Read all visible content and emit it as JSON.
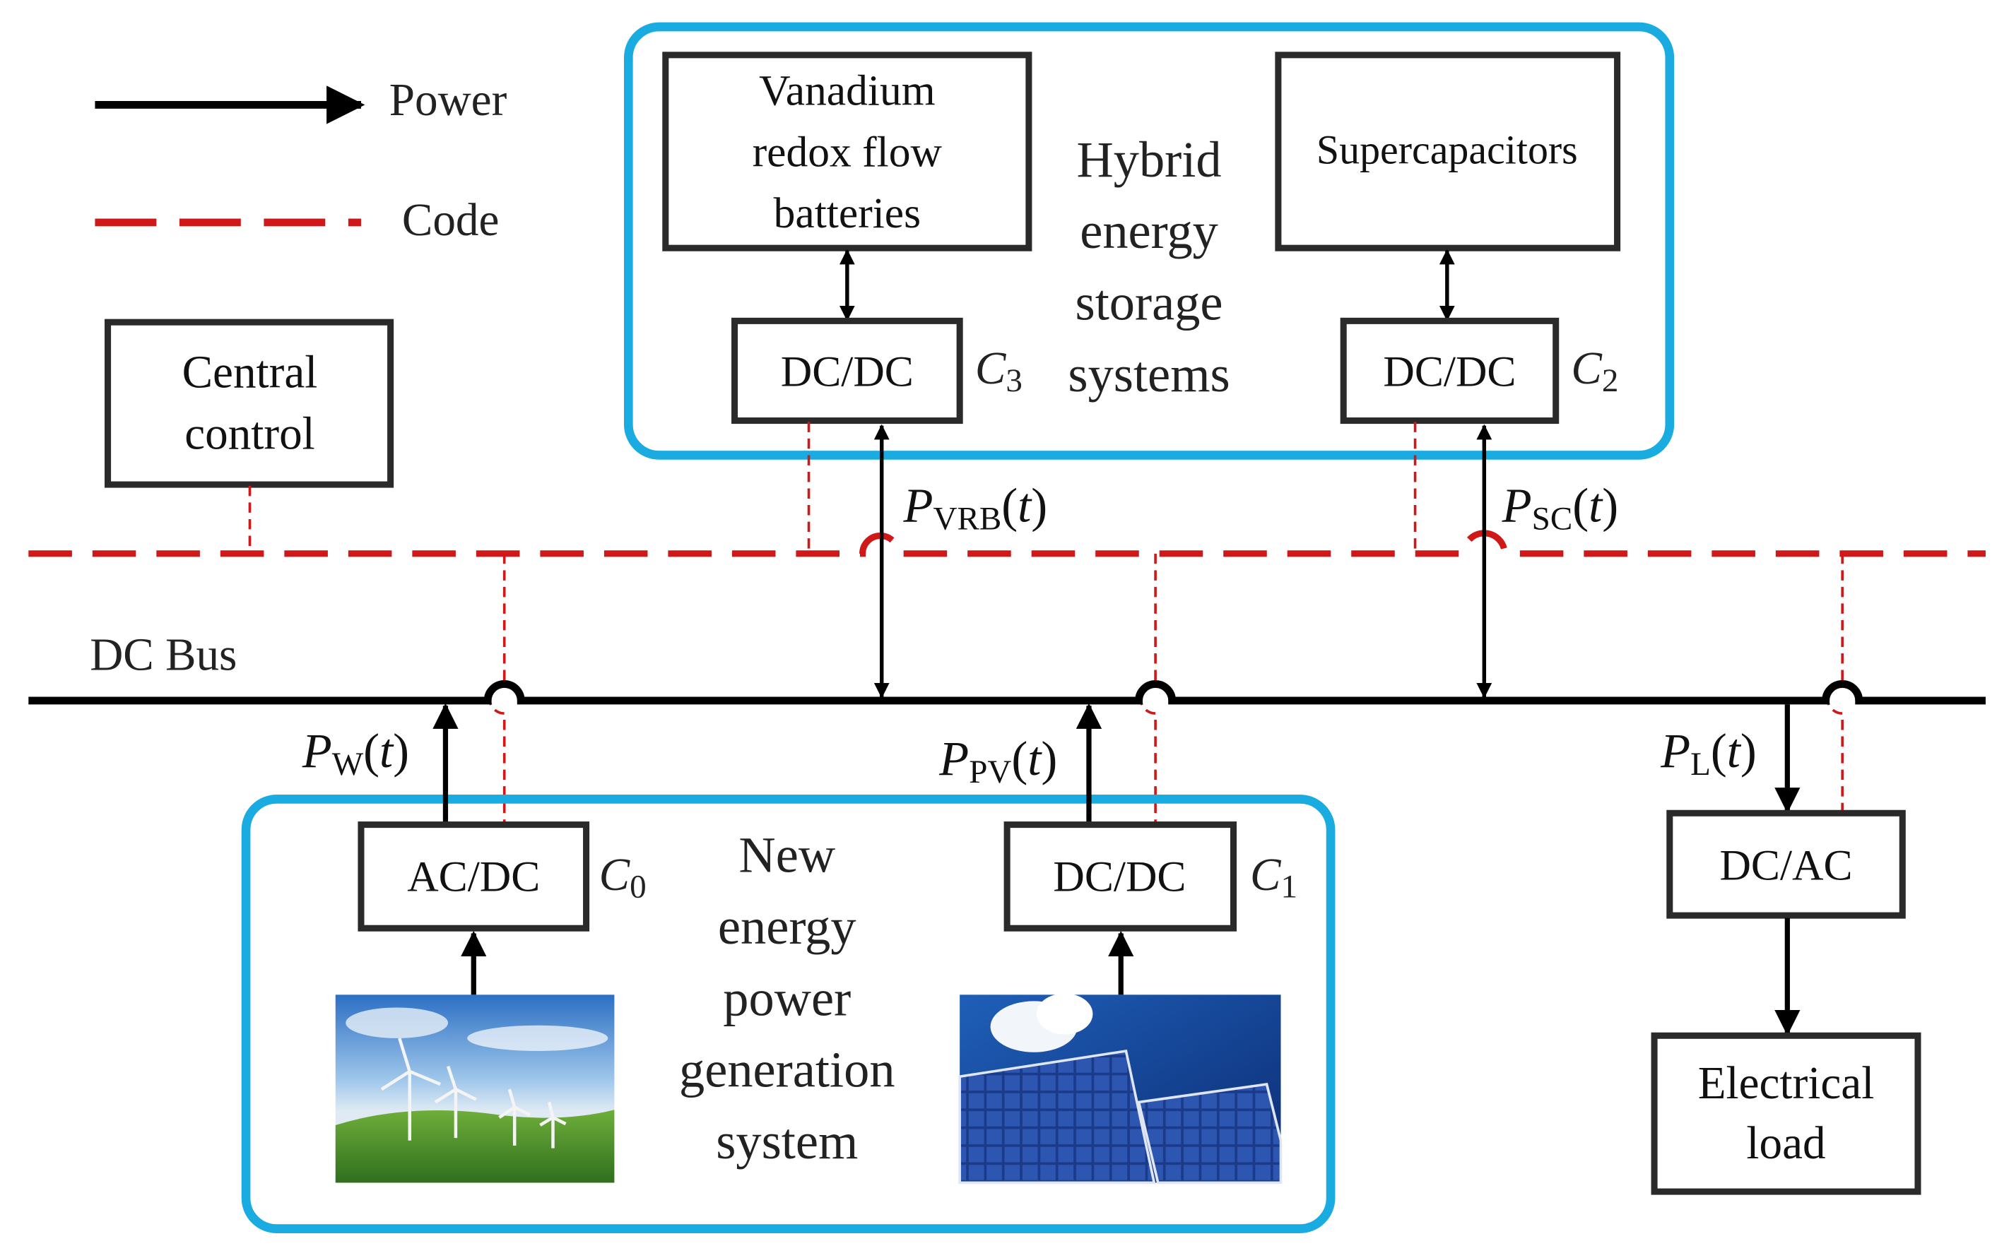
{
  "legend": {
    "power": "Power",
    "code": "Code"
  },
  "colors": {
    "line": "#000000",
    "code": "#d01818",
    "system_border": "#1aace0",
    "box_border": "#2a2a2a"
  },
  "storage": {
    "label_lines": [
      "Hybrid",
      "energy",
      "storage",
      "systems"
    ],
    "vrb_lines": [
      "Vanadium",
      "redox flow",
      "batteries"
    ],
    "sc_label": "Supercapacitors",
    "conv_vrb": "DC/DC",
    "c3_main": "C",
    "c3_sub": "3",
    "conv_sc": "DC/DC",
    "c2_main": "C",
    "c2_sub": "2"
  },
  "central_lines": [
    "Central",
    "control"
  ],
  "bus_label": "DC Bus",
  "generation": {
    "label_lines": [
      "New",
      "energy",
      "power",
      "generation",
      "system"
    ],
    "conv_wind": "AC/DC",
    "c0_main": "C",
    "c0_sub": "0",
    "conv_pv": "DC/DC",
    "c1_main": "C",
    "c1_sub": "1",
    "icon_wind": "wind-turbine-photo-icon",
    "icon_pv": "solar-panel-photo-icon"
  },
  "load": {
    "conv": "DC/AC",
    "lines": [
      "Electrical",
      "load"
    ]
  },
  "power_labels": {
    "vrb": {
      "p": "P",
      "sub": "VRB",
      "t": "t"
    },
    "sc": {
      "p": "P",
      "sub": "SC",
      "t": "t"
    },
    "w": {
      "p": "P",
      "sub": "W",
      "t": "t"
    },
    "pv": {
      "p": "P",
      "sub": "PV",
      "t": "t"
    },
    "l": {
      "p": "P",
      "sub": "L",
      "t": "t"
    }
  }
}
